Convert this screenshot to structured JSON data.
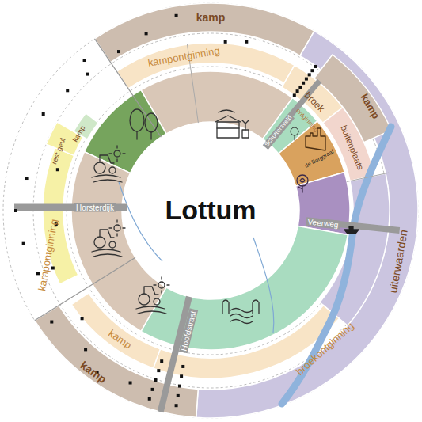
{
  "diagram": {
    "nodes": [
      {
        "text": [
          "Lottum"
        ]
      },
      {
        "text": [
          "kamp"
        ]
      },
      {
        "text": [
          "kampontginning"
        ]
      },
      {
        "text": [
          "broek"
        ]
      },
      {
        "text": [
          "ontginning"
        ]
      },
      {
        "text": [
          "buitenplaats"
        ]
      },
      {
        "text": [
          "kamp"
        ]
      },
      {
        "text": [
          "uiterwaarden"
        ]
      },
      {
        "text": [
          "broekontginning"
        ]
      },
      {
        "text": [
          "kamp"
        ]
      },
      {
        "text": [
          "kamp"
        ]
      },
      {
        "text": [
          "kampontginning"
        ]
      },
      {
        "text": [
          "rest geul"
        ]
      },
      {
        "text": [
          "kamp"
        ]
      },
      {
        "text": [
          "de Borggraaf"
        ]
      }
    ],
    "labels": [
      "Horsterdijk",
      "Hoofdstraat",
      "Veerweg",
      "Schuttersveld"
    ]
  }
}
